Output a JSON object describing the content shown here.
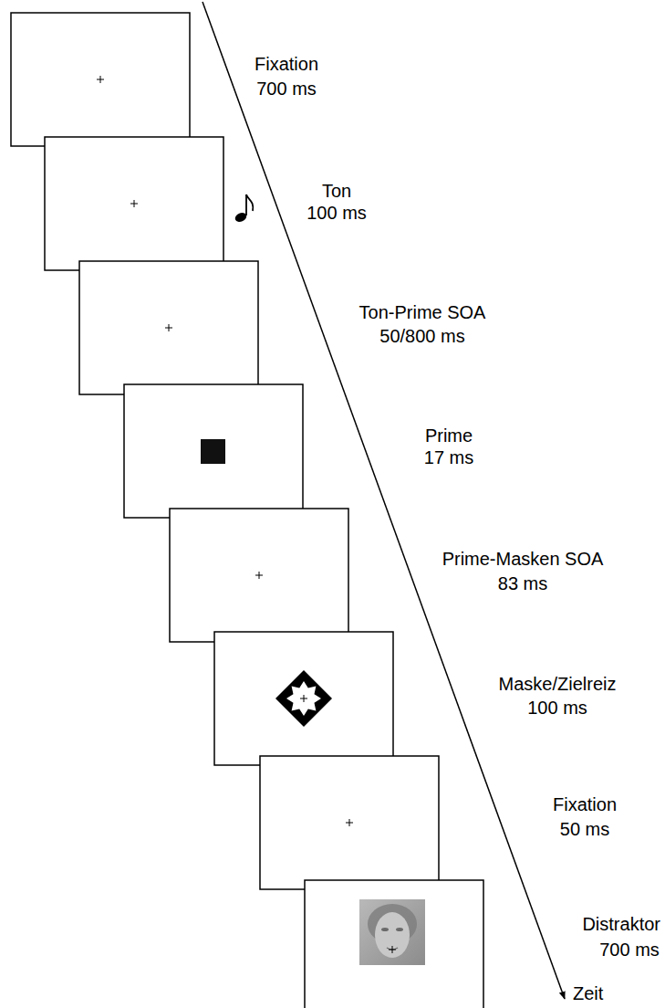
{
  "diagram": {
    "labels": [
      "Fixation",
      "700 ms",
      "Ton",
      "100 ms",
      "Ton-Prime SOA",
      "50/800 ms",
      "Prime",
      "17 ms",
      "Prime-Masken SOA",
      "83 ms",
      "Maske/Zielreiz",
      "100 ms",
      "Fixation",
      "50 ms",
      "Distraktor",
      "700 ms",
      "Zeit"
    ]
  }
}
